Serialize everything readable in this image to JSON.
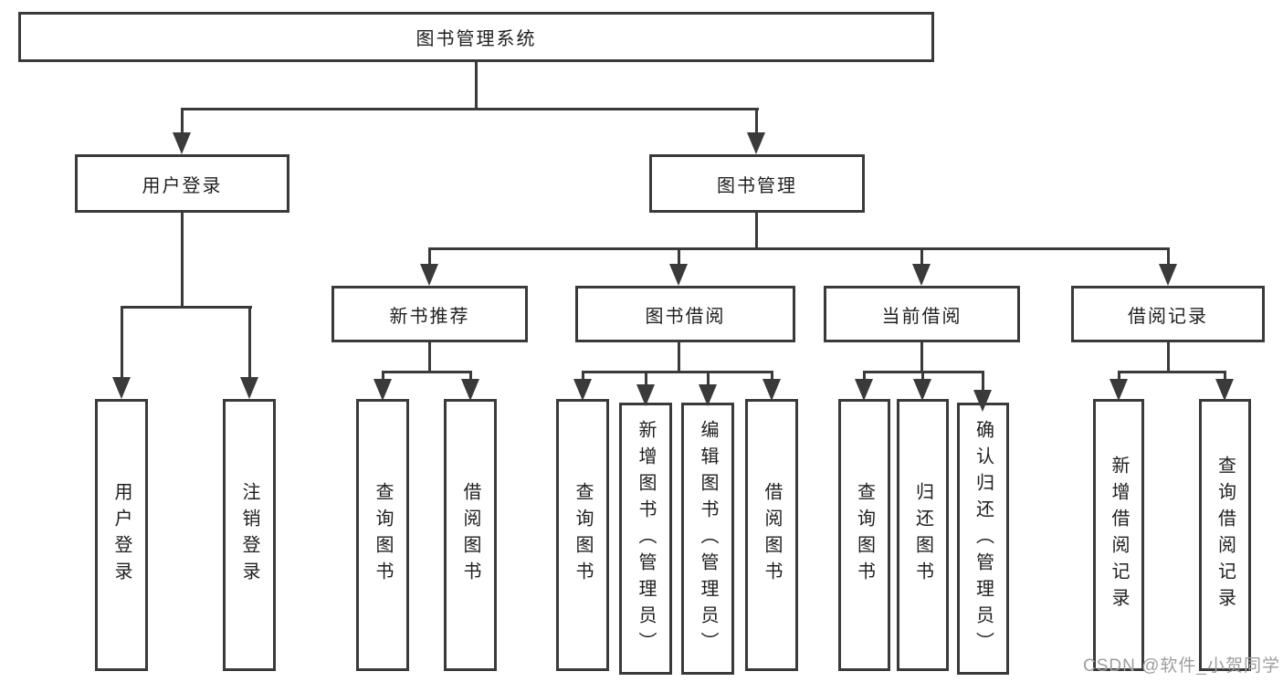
{
  "tree": {
    "root": {
      "label": "图书管理系统"
    },
    "children": [
      {
        "label": "用户登录",
        "children": [
          {
            "label": "用户登录"
          },
          {
            "label": "注销登录"
          }
        ]
      },
      {
        "label": "图书管理",
        "children": [
          {
            "label": "新书推荐",
            "children": [
              {
                "label": "查询图书"
              },
              {
                "label": "借阅图书"
              }
            ]
          },
          {
            "label": "图书借阅",
            "children": [
              {
                "label": "查询图书"
              },
              {
                "label": "新增图书（管理员）"
              },
              {
                "label": "编辑图书（管理员）"
              },
              {
                "label": "借阅图书"
              }
            ]
          },
          {
            "label": "当前借阅",
            "children": [
              {
                "label": "查询图书"
              },
              {
                "label": "归还图书"
              },
              {
                "label": "确认归还（管理员）"
              }
            ]
          },
          {
            "label": "借阅记录",
            "children": [
              {
                "label": "新增借阅记录"
              },
              {
                "label": "查询借阅记录"
              }
            ]
          }
        ]
      }
    ]
  },
  "watermark": {
    "text": "CSDN @软件_小贺同学"
  },
  "colors": {
    "line": "#3a3a3a",
    "text": "#1f1f1f",
    "background": "#ffffff",
    "watermark": "#9e9e9e"
  }
}
